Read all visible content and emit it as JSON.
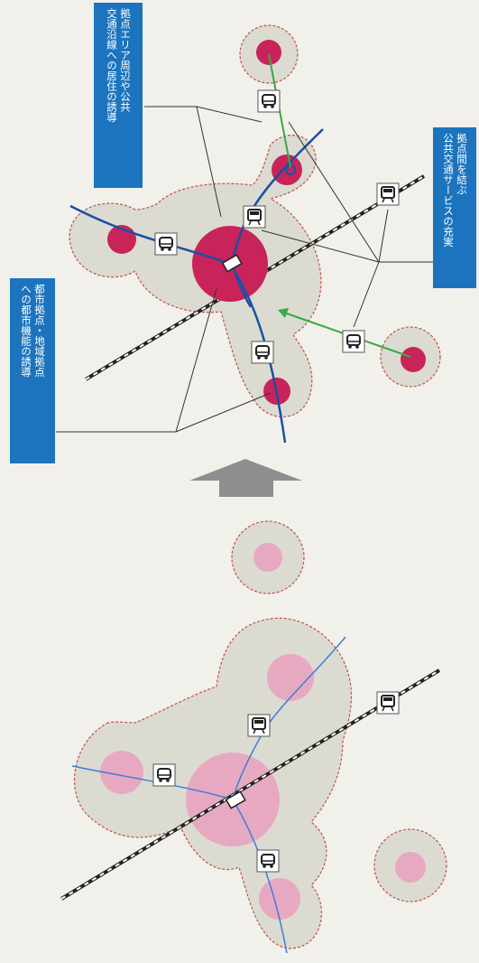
{
  "labels": {
    "urban_functions": {
      "line1": "都市拠点・地域拠点",
      "line2": "への都市機能の誘導"
    },
    "residence": {
      "line1": "拠点エリア周辺や公共",
      "line2": "交通沿線への居住の誘導"
    },
    "transport": {
      "line1": "拠点間を結ぶ",
      "line2": "公共交通サービスの充実"
    }
  },
  "icons": {
    "train": "train-icon",
    "bus": "bus-icon",
    "station": "station-icon",
    "arrow": "up-arrow-icon"
  },
  "colors": {
    "label_bg": "#1b74bd",
    "hub_fill_after": "#c8245a",
    "hub_fill_before": "#e7a9c1",
    "area_fill": "#dcdbd1",
    "area_border": "#c0504d",
    "transit_line": "#1b4fa3",
    "feeder_line": "#3aa845",
    "railway": "#333333",
    "transition_arrow": "#8e8e8e"
  }
}
